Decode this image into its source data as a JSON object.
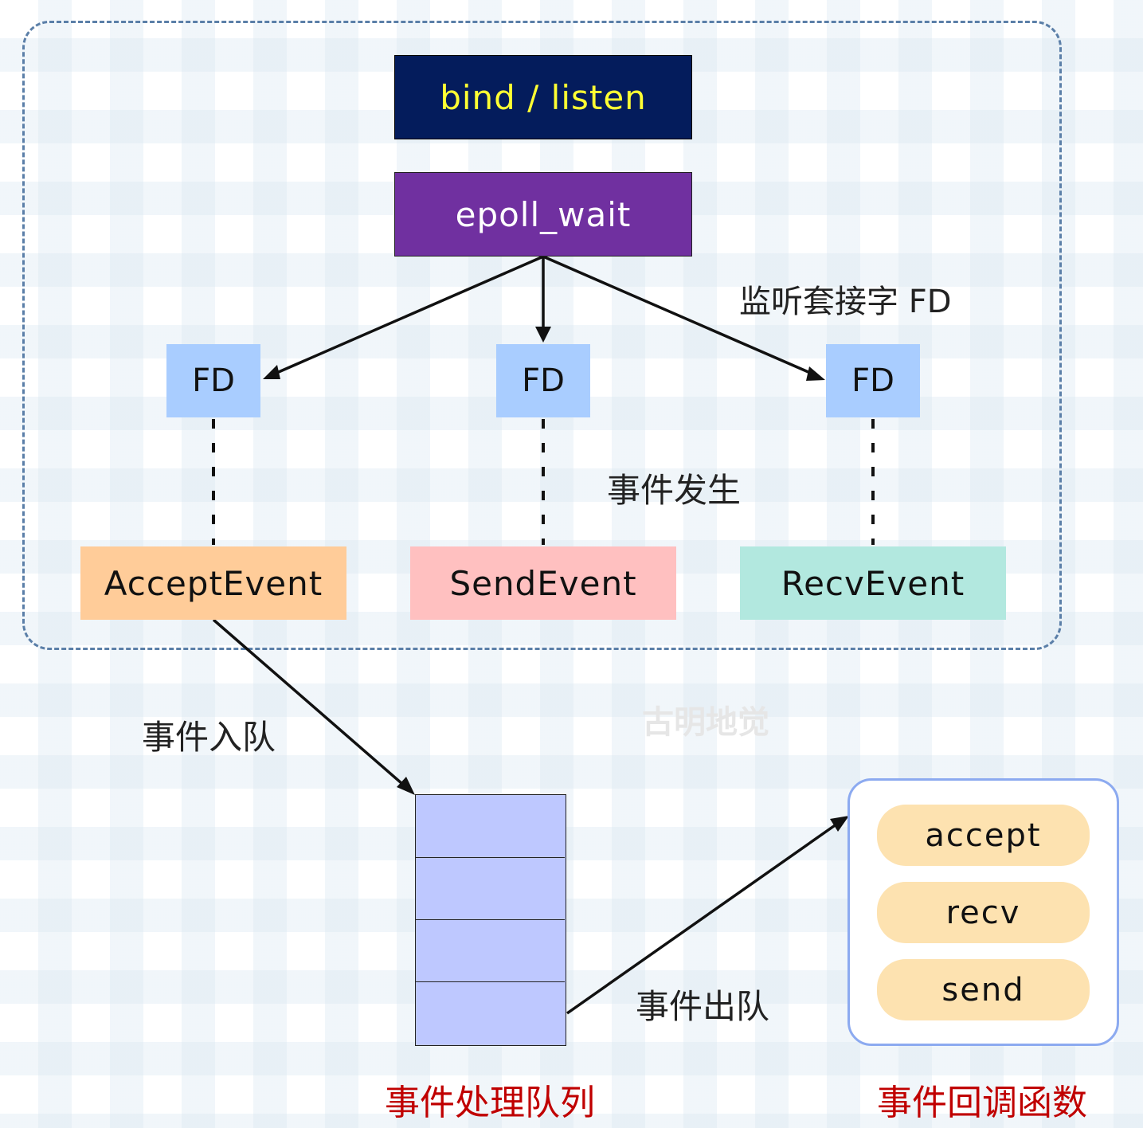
{
  "nodes": {
    "bind_listen": "bind / listen",
    "epoll_wait": "epoll_wait",
    "fd_left": "FD",
    "fd_mid": "FD",
    "fd_right": "FD",
    "accept_event": "AcceptEvent",
    "send_event": "SendEvent",
    "recv_event": "RecvEvent"
  },
  "labels": {
    "listen_socket_fd": "监听套接字 FD",
    "event_occurs": "事件发生",
    "enqueue": "事件入队",
    "dequeue": "事件出队",
    "queue_caption": "事件处理队列",
    "callbacks_caption": "事件回调函数",
    "watermark": "古明地觉"
  },
  "callbacks": [
    "accept",
    "recv",
    "send"
  ],
  "queue": {
    "slots": 4
  },
  "colors": {
    "bind_bg": "#041c5c",
    "bind_text": "#ffff33",
    "epoll_bg": "#7030a0",
    "fd_bg": "#a9cdff",
    "accept_bg": "#ffcc99",
    "send_bg": "#ffc0c0",
    "recv_bg": "#b2e8df",
    "queue_bg": "#bec8ff",
    "callback_bg": "#fde2b0",
    "callback_border": "#8caaf0",
    "container_border": "#5b7fa8",
    "caption_red": "#c00000"
  }
}
